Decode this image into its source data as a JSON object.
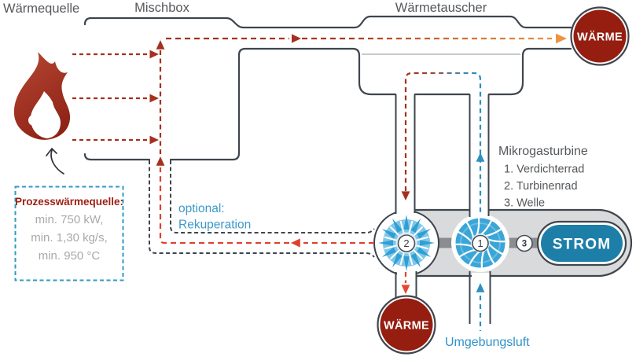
{
  "labels": {
    "heat_source": "Wärmequelle",
    "mixbox": "Mischbox",
    "heat_exchanger": "Wärmetauscher"
  },
  "source_box": {
    "title": "Prozesswärmequelle:",
    "lines": [
      "min. 750 kW,",
      "min. 1,30 kg/s,",
      "min. 950 °C"
    ]
  },
  "recuperation": {
    "line1": "optional:",
    "line2": "Rekuperation"
  },
  "turbine_legend": {
    "title": "Mikrogasturbine",
    "items": [
      "1. Verdichterrad",
      "2. Turbinenrad",
      "3. Welle"
    ]
  },
  "nodes": {
    "heat_top": "WÄRME",
    "heat_bottom": "WÄRME",
    "power": "STROM"
  },
  "flows": {
    "ambient_air": "Umgebungsluft"
  },
  "wheels": {
    "turbine_number": "2",
    "compressor_number": "1",
    "shaft_number": "3"
  },
  "colors": {
    "dark_red": "#a5301f",
    "bright_red": "#df412e",
    "orange": "#ef9342",
    "blue": "#2e8fc0",
    "outline": "#3f454d",
    "duct_fill": "#d9dadb",
    "heat_node": "#951e11",
    "power_node": "#1d7fa8",
    "turbine_blue": "#2f9fd4",
    "label_gray": "#55585c",
    "label_blue": "#3d99c9",
    "info_text_gray": "#a7a9aa",
    "info_border_blue": "#2e9ac4",
    "info_title_red": "#9e1f12"
  }
}
